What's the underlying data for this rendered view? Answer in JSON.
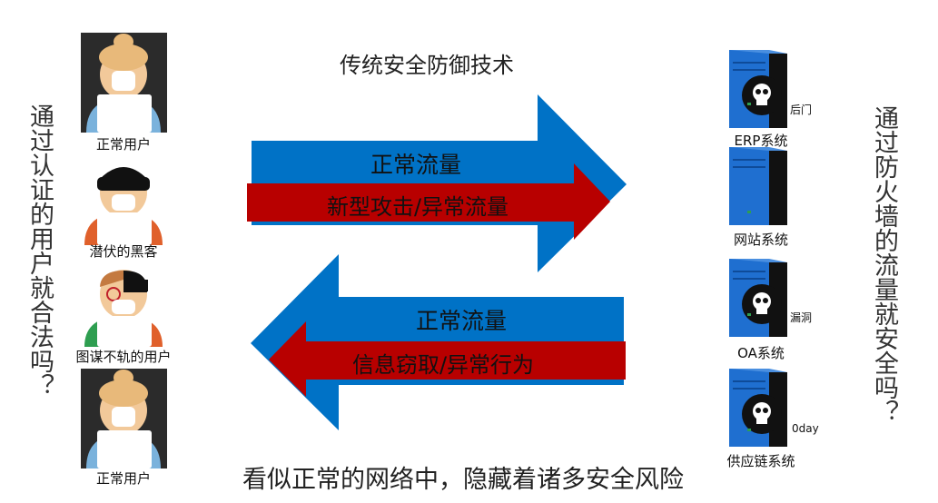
{
  "left_question": "通过认证的用户就合法吗？",
  "right_question": "通过防火墙的流量就安全吗？",
  "center_title": "传统安全防御技术",
  "bottom_caption": "看似正常的网络中，隐藏着诸多安全风险",
  "inbound": {
    "normal_label": "正常流量",
    "attack_label": "新型攻击/异常流量"
  },
  "outbound": {
    "normal_label": "正常流量",
    "attack_label": "信息窃取/异常行为"
  },
  "users": [
    {
      "label": "正常用户",
      "icon": "normal-user-icon"
    },
    {
      "label": "潜伏的黑客",
      "icon": "masked-hacker-icon"
    },
    {
      "label": "图谋不轨的用户",
      "icon": "half-masked-user-icon"
    },
    {
      "label": "正常用户",
      "icon": "normal-user-icon"
    }
  ],
  "systems": [
    {
      "label": "ERP系统",
      "threat": "后门",
      "icon": "server-icon"
    },
    {
      "label": "网站系统",
      "threat": "",
      "icon": "server-icon"
    },
    {
      "label": "OA系统",
      "threat": "漏洞",
      "icon": "server-icon"
    },
    {
      "label": "供应链系统",
      "threat": "0day",
      "icon": "server-icon"
    }
  ],
  "colors": {
    "blue_arrow": "#0072C6",
    "red_arrow": "#B80000",
    "server_blue": "#1F6FD0",
    "server_dark": "#111111",
    "avatar_bg": "#2B2B2B",
    "skin": "#F2C99A",
    "hair": "#E8B97A",
    "shirt": "#7AB2DC",
    "hacker_shirt": "#E0602B",
    "hacker_mask": "#111111"
  }
}
